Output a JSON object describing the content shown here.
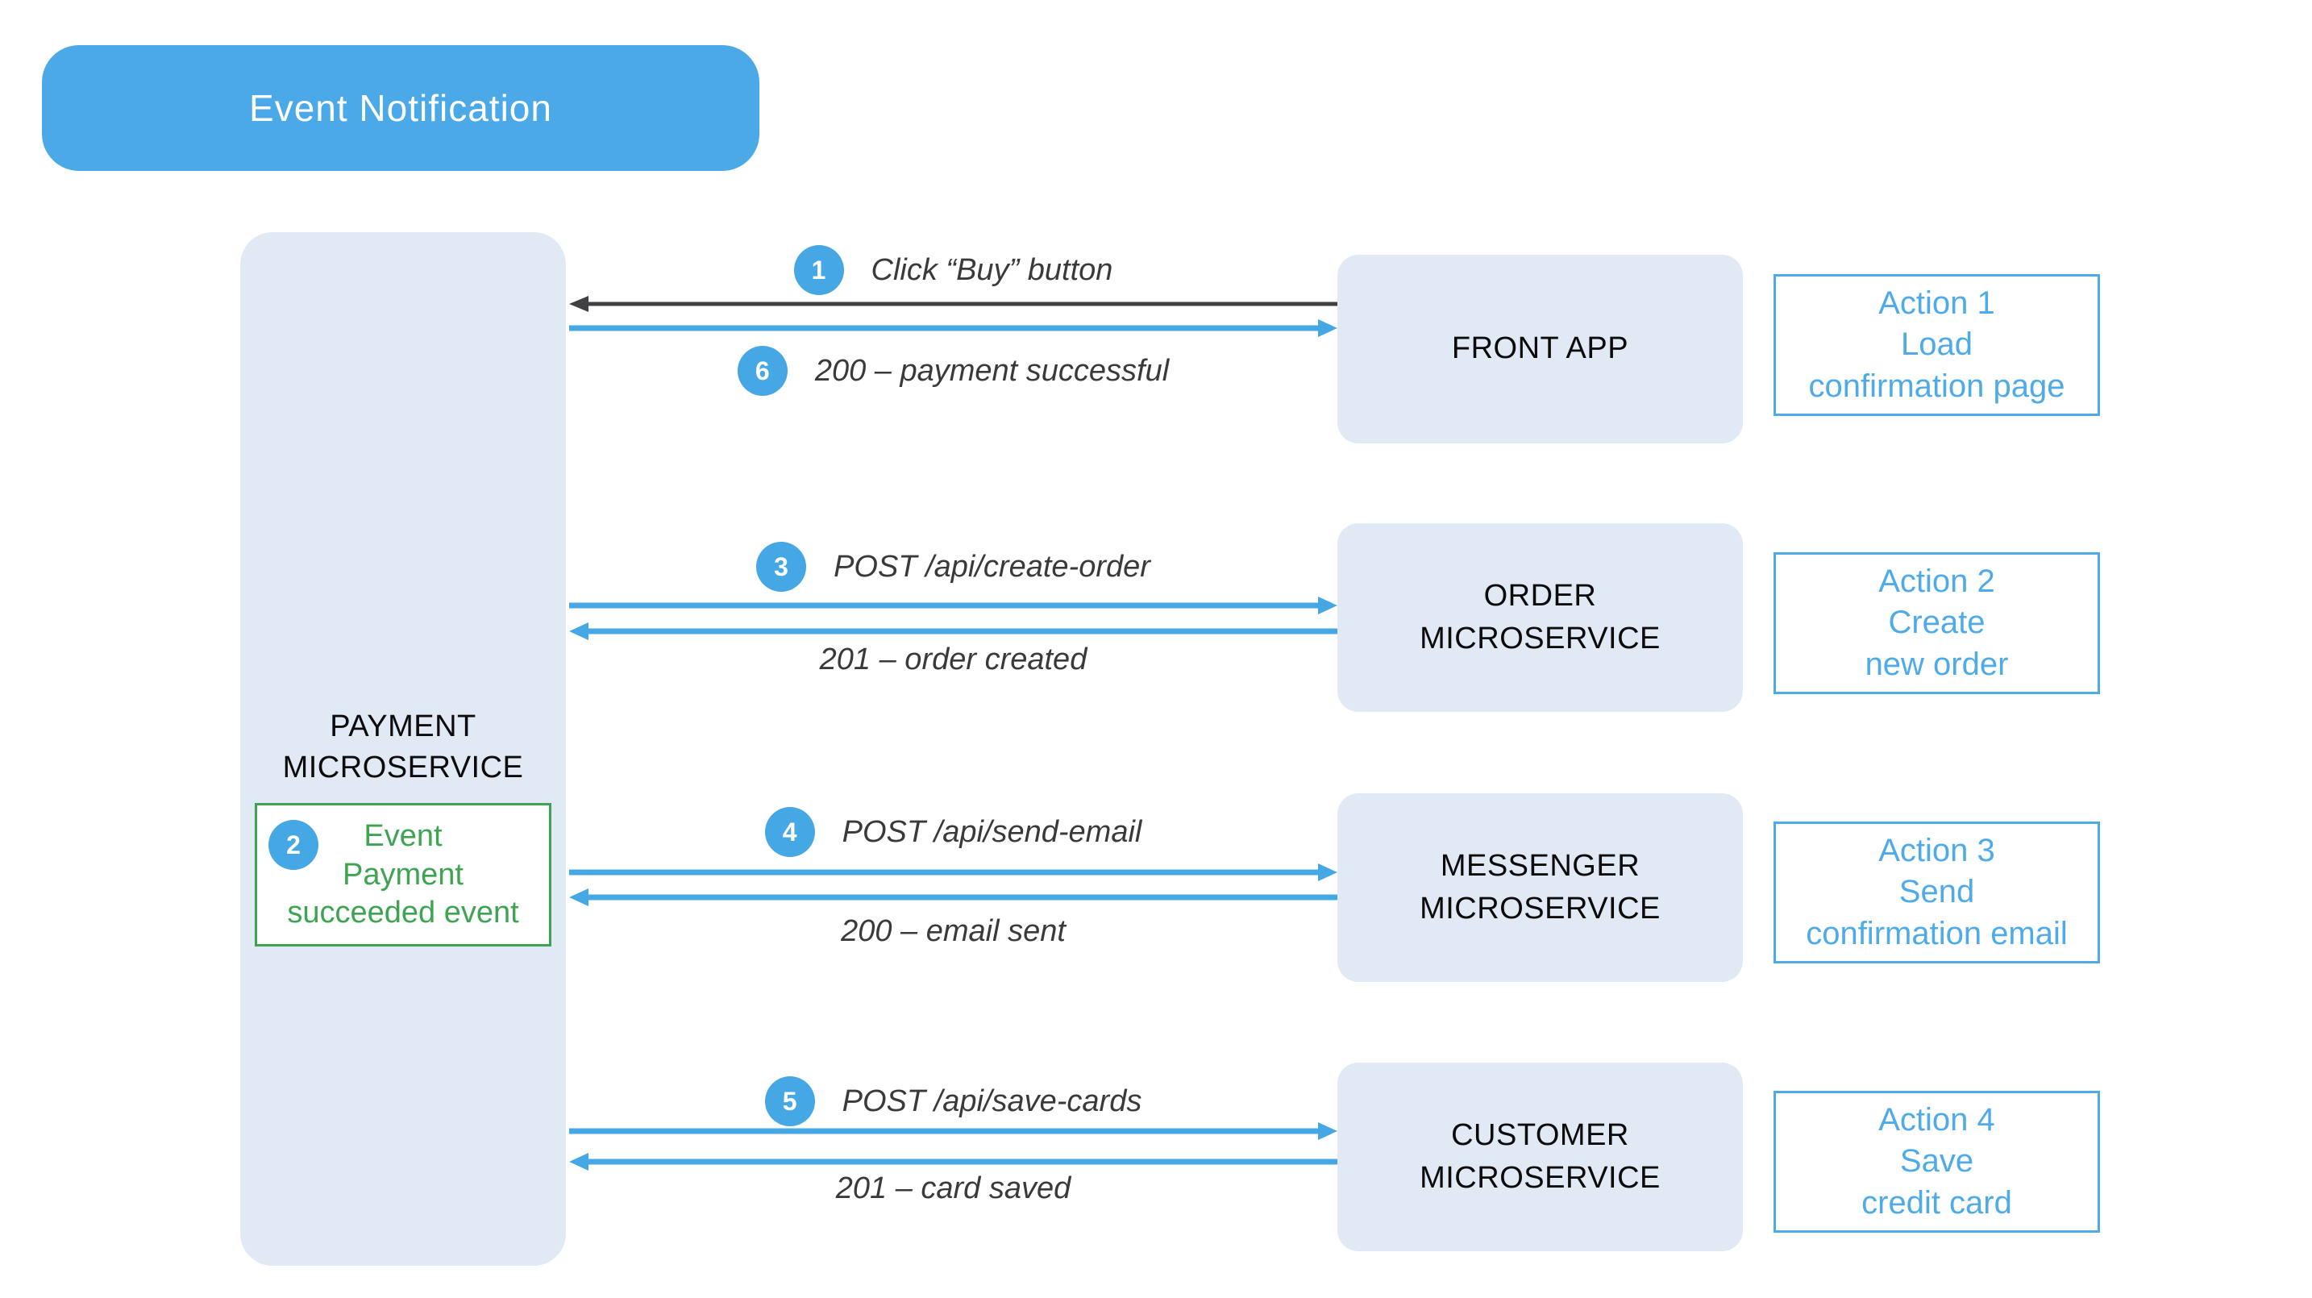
{
  "title": "Event Notification",
  "colors": {
    "accent": "#45A7E4",
    "accent_soft": "#4FABE8",
    "title_bg": "#4AA9E6",
    "panel": "#E0E9F4",
    "green": "#3EA452",
    "label_dark": "#3A3A3C",
    "arrow_dark": "#414144",
    "service_text": "#0B0B0C"
  },
  "payment": {
    "name_lines": [
      "PAYMENT",
      "MICROSERVICE"
    ]
  },
  "event_note": {
    "badge": "2",
    "lines": [
      "Event",
      "Payment",
      "succeeded event"
    ]
  },
  "flows": [
    {
      "service_lines": [
        "FRONT APP",
        ""
      ],
      "request": {
        "badge": "1",
        "label": "Click “Buy” button"
      },
      "response": {
        "badge": "6",
        "label": "200 – payment successful"
      },
      "action_lines": [
        "Action 1",
        "Load",
        "confirmation page"
      ]
    },
    {
      "service_lines": [
        "ORDER",
        "MICROSERVICE"
      ],
      "request": {
        "badge": "3",
        "label": "POST /api/create-order"
      },
      "response": {
        "label": "201 – order created"
      },
      "action_lines": [
        "Action 2",
        "Create",
        "new order"
      ]
    },
    {
      "service_lines": [
        "MESSENGER",
        "MICROSERVICE"
      ],
      "request": {
        "badge": "4",
        "label": "POST /api/send-email"
      },
      "response": {
        "label": "200 – email sent"
      },
      "action_lines": [
        "Action 3",
        "Send",
        "confirmation email"
      ]
    },
    {
      "service_lines": [
        "CUSTOMER",
        "MICROSERVICE"
      ],
      "request": {
        "badge": "5",
        "label": "POST /api/save-cards"
      },
      "response": {
        "label": "201 – card saved"
      },
      "action_lines": [
        "Action 4",
        "Save",
        "credit card"
      ]
    }
  ]
}
